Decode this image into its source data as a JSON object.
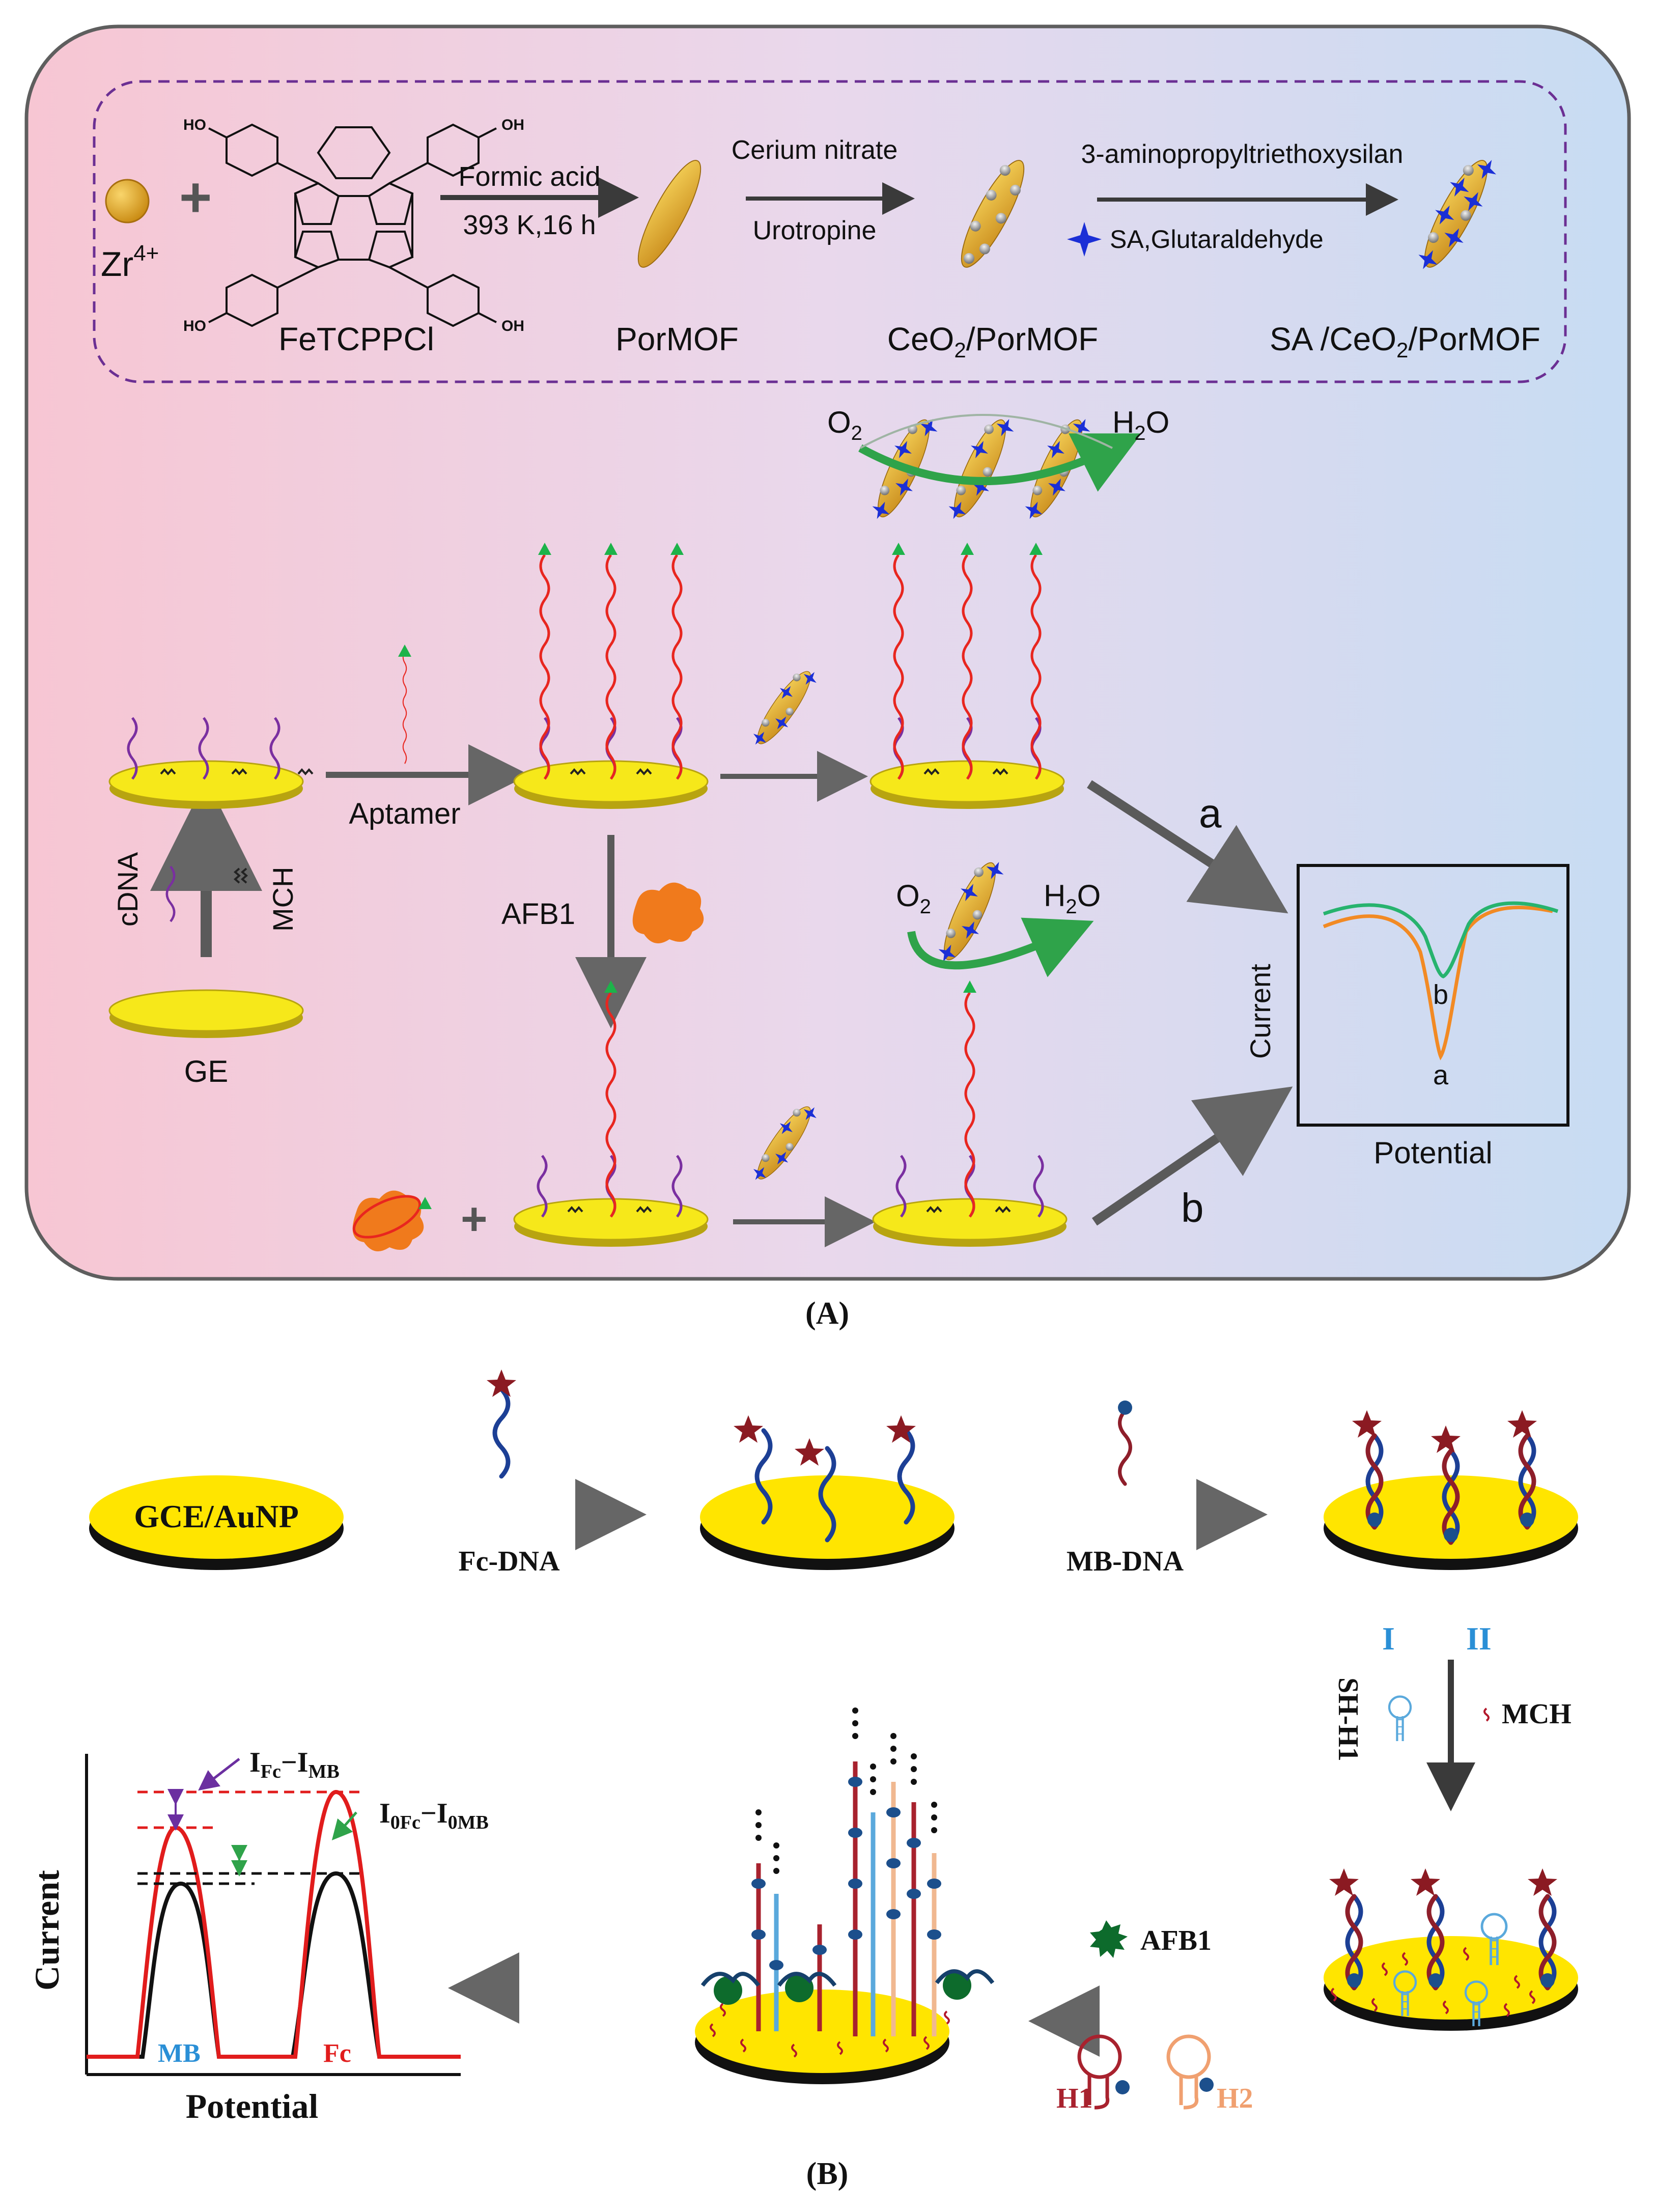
{
  "panel_a": {
    "colors": {
      "bg_left": "#f7c6d3",
      "bg_right": "#c7dcf3",
      "gold": "#e7b22a",
      "bead": "#9b9b9b",
      "star": "#1b2fd6",
      "aptamer": "#e8261f",
      "cdna": "#7a2fa0",
      "mch": "#222222",
      "afb1": "#f07a1c",
      "electrode": "#f6e81a",
      "arrow_green": "#2fa34a",
      "curve_a": "#f28a24",
      "curve_b": "#27b36e"
    },
    "synthesis": {
      "ion_label": "Zr",
      "ion_charge": "4+",
      "plus": "+",
      "cooh": "HO",
      "cooh_tail": "OH",
      "molecule_label": "FeTCPPCl",
      "step1_top": "Formic acid",
      "step1_bottom": "393 K,16 h",
      "porMOF": "PorMOF",
      "step2_top": "Cerium nitrate",
      "step2_bottom": "Urotropine",
      "ceo2_label_pre": "CeO",
      "ceo2_label_sub": "2",
      "ceo2_label_post": "/PorMOF",
      "step3_top": "3-aminopropyltriethoxysilan",
      "step3_bottom": "SA,Glutaraldehyde",
      "final_label_pre": "SA /CeO",
      "final_label_sub": "2",
      "final_label_post": "/PorMOF"
    },
    "sensing": {
      "ge": "GE",
      "cdna": "cDNA",
      "mch": "MCH",
      "aptamer": "Aptamer",
      "afb1": "AFB1",
      "o2": "O",
      "o2_sub": "2",
      "h2o_h": "H",
      "h2o_sub": "2",
      "h2o_o": "O",
      "path_a": "a",
      "path_b": "b",
      "plus": "+",
      "y_axis": "Current",
      "x_axis": "Potential",
      "peak_a": "a",
      "peak_b": "b"
    },
    "caption": "(A)"
  },
  "panel_b": {
    "colors": {
      "electrode": "#ffe500",
      "fc_strand": "#1c3f95",
      "mb_strand": "#8e1e2a",
      "star": "#8b1a22",
      "hairpin_blue": "#5aa9dc",
      "afb1": "#0d6b2c",
      "h1": "#a8222e",
      "h2": "#f0a070",
      "curve_red": "#e11c1c",
      "curve_black": "#111111",
      "label_blue": "#2a8fd6"
    },
    "electrode_label": "GCE/AuNP",
    "step1": "Fc-DNA",
    "step2": "MB-DNA",
    "route_i": "I",
    "route_ii": "II",
    "hairpin": "SH-H1",
    "mch": "MCH",
    "afb1": "AFB1",
    "h1": "H1",
    "h2": "H2",
    "y_axis": "Current",
    "x_axis": "Potential",
    "mb": "MB",
    "fc": "Fc",
    "diff_top_pre": "I",
    "diff_top_sub1": "Fc",
    "diff_top_mid": "−I",
    "diff_top_sub2": "MB",
    "diff_bot_pre": "I",
    "diff_bot_sub1": "0Fc",
    "diff_bot_mid": "−I",
    "diff_bot_sub2": "0MB",
    "caption": "(B)"
  }
}
